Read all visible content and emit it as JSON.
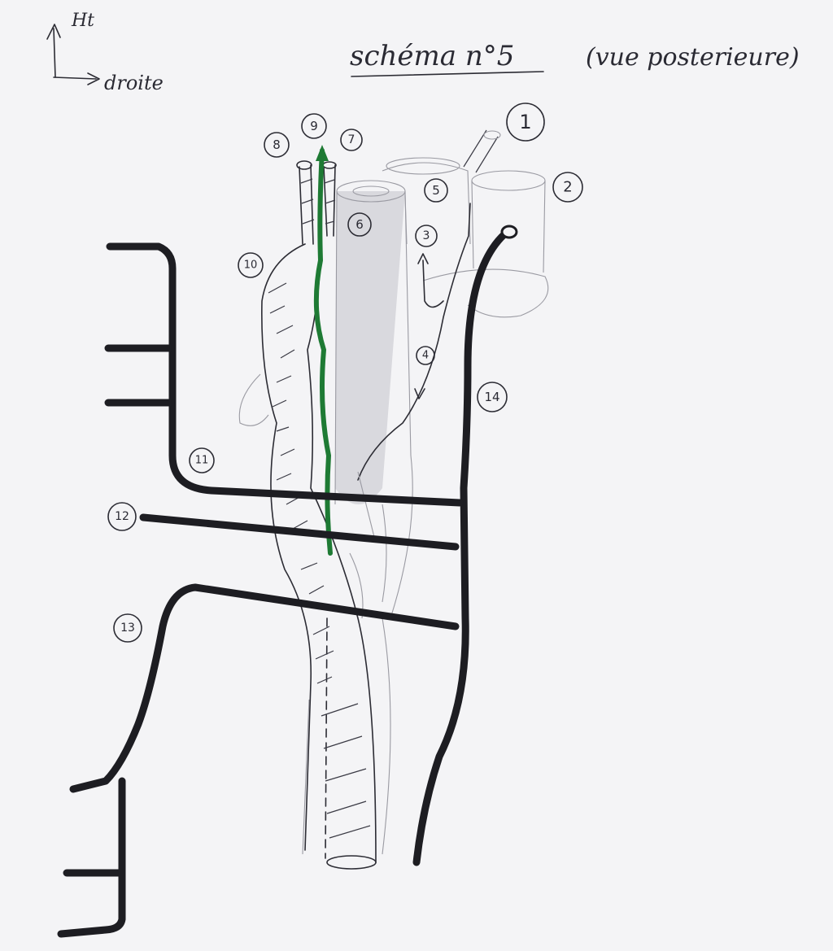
{
  "axes": {
    "up_label": "Ht",
    "right_label": "droite"
  },
  "title": {
    "main": "schéma n°5",
    "sub": "(vue posterieure)"
  },
  "labels": {
    "l1": "1",
    "l2": "2",
    "l3": "3",
    "l4": "4",
    "l5": "5",
    "l6": "6",
    "l7": "7",
    "l8": "8",
    "l9": "9",
    "l10": "10",
    "l11": "11",
    "l12": "12",
    "l13": "13",
    "l14": "14"
  },
  "colors": {
    "ink": "#2c2c34",
    "thick_ink": "#1d1d22",
    "green": "#1e7a34",
    "paper": "#f4f4f6"
  }
}
